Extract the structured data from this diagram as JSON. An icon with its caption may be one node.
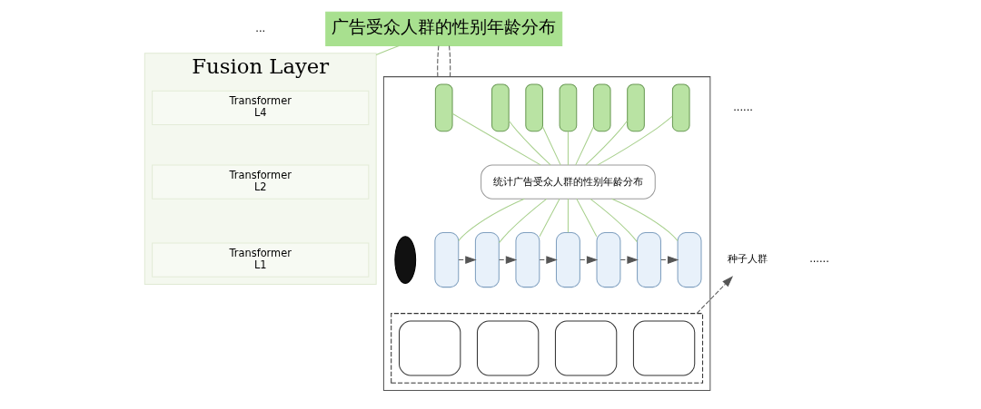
{
  "diagram": {
    "nodes": [
      {
        "text": [],
        "shape": "box"
      },
      {
        "text": [],
        "shape": "bar",
        "in": 0
      },
      {
        "text": [],
        "shape": "bar",
        "in": 0
      },
      {
        "text": [],
        "shape": "bar",
        "in": 0
      },
      {
        "text": [],
        "shape": "bar",
        "in": 0
      },
      {
        "text": [],
        "shape": "bar",
        "in": 0
      },
      {
        "text": [],
        "shape": "bar",
        "in": 0
      },
      {
        "text": [],
        "shape": "bar",
        "in": 0
      },
      {
        "text": [
          "统计广告受众人群的性别年龄分布"
        ],
        "in": 0
      },
      {
        "text": [],
        "shape": "box",
        "in": 0
      },
      {
        "text": [],
        "shape": "box",
        "in": 0
      },
      {
        "text": [],
        "shape": "box",
        "in": 0
      },
      {
        "text": [],
        "shape": "box",
        "in": 0
      },
      {
        "text": [],
        "shape": "box",
        "in": 0
      },
      {
        "text": [],
        "shape": "box",
        "in": 0
      },
      {
        "text": [],
        "shape": "box",
        "in": 0
      },
      {
        "text": [],
        "shape": "person",
        "in": 0
      },
      {
        "text": [],
        "shape": "box",
        "in": 0
      },
      {
        "text": [],
        "shape": "box",
        "in": 17
      },
      {
        "text": [],
        "shape": "box",
        "in": 17
      },
      {
        "text": [],
        "shape": "box",
        "in": 17
      },
      {
        "text": [],
        "shape": "box",
        "in": 17
      },
      {
        "text": [
          "种子人群"
        ]
      },
      {
        "text": [
          "Fusion Layer"
        ]
      },
      {
        "text": [
          "Transformer",
          "L4"
        ],
        "in": 23
      },
      {
        "text": [
          "Transformer",
          "L2"
        ],
        "in": 23
      },
      {
        "text": [
          "Transformer",
          "L1"
        ],
        "in": 23
      },
      {
        "text": [
          "广告受众人群的性别年龄分布"
        ]
      }
    ],
    "edges": [
      {
        "from": 9,
        "to": 8,
        "arrow": "none",
        "color": "#a8d08d"
      },
      {
        "from": 10,
        "to": 8,
        "arrow": "none",
        "color": "#a8d08d"
      },
      {
        "from": 11,
        "to": 8,
        "arrow": "none",
        "color": "#a8d08d"
      },
      {
        "from": 12,
        "to": 8,
        "arrow": "none",
        "color": "#a8d08d"
      },
      {
        "from": 13,
        "to": 8,
        "arrow": "none",
        "color": "#a8d08d"
      },
      {
        "from": 14,
        "to": 8,
        "arrow": "none",
        "color": "#a8d08d"
      },
      {
        "from": 15,
        "to": 8,
        "arrow": "none",
        "color": "#a8d08d"
      },
      {
        "from": 8,
        "to": 1,
        "arrow": "none",
        "color": "#a8d08d"
      },
      {
        "from": 8,
        "to": 2,
        "arrow": "none",
        "color": "#a8d08d"
      },
      {
        "from": 8,
        "to": 3,
        "arrow": "none",
        "color": "#a8d08d"
      },
      {
        "from": 8,
        "to": 4,
        "arrow": "none",
        "color": "#a8d08d"
      },
      {
        "from": 8,
        "to": 5,
        "arrow": "none",
        "color": "#a8d08d"
      },
      {
        "from": 8,
        "to": 6,
        "arrow": "none",
        "color": "#a8d08d"
      },
      {
        "from": 8,
        "to": 7,
        "arrow": "none",
        "color": "#a8d08d"
      },
      {
        "from": 9,
        "to": 10,
        "arrow": "to",
        "style": "dashed",
        "color": "#555555"
      },
      {
        "from": 10,
        "to": 11,
        "arrow": "to",
        "style": "dashed",
        "color": "#555555"
      },
      {
        "from": 11,
        "to": 12,
        "arrow": "to",
        "style": "dashed",
        "color": "#555555"
      },
      {
        "from": 12,
        "to": 13,
        "arrow": "to",
        "style": "dashed",
        "color": "#555555"
      },
      {
        "from": 13,
        "to": 14,
        "arrow": "to",
        "style": "dashed",
        "color": "#555555"
      },
      {
        "from": 14,
        "to": 15,
        "arrow": "to",
        "style": "dashed",
        "color": "#555555"
      },
      {
        "from": 17,
        "to": 22,
        "arrow": "to",
        "style": "dashed",
        "color": "#555555"
      },
      {
        "from": 23,
        "to": 27,
        "arrow": "none",
        "color": "#a8d08d"
      },
      {
        "from": 0,
        "to": 27,
        "arrow": "none",
        "style": "dashed",
        "color": "#555555"
      },
      {
        "from": 0,
        "to": 27,
        "arrow": "none",
        "style": "dashed",
        "color": "#555555"
      }
    ],
    "labels": [
      "......",
      "......",
      "..."
    ]
  }
}
